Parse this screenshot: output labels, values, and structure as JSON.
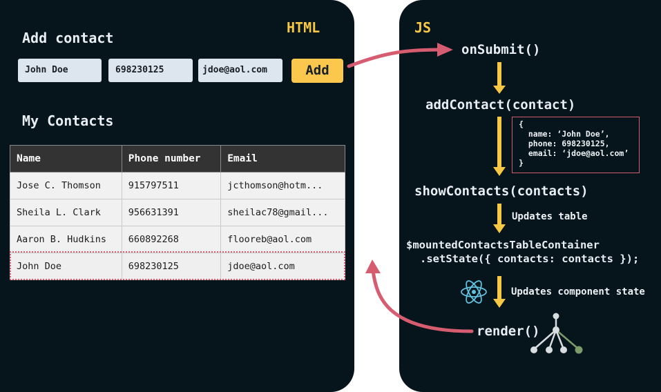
{
  "html_panel": {
    "label": "HTML",
    "form_heading": "Add contact",
    "inputs": {
      "name_value": "John Doe",
      "phone_value": "698230125",
      "email_value": "jdoe@aol.com"
    },
    "add_button_label": "Add",
    "contacts_heading": "My Contacts",
    "table": {
      "headers": [
        "Name",
        "Phone number",
        "Email"
      ],
      "rows": [
        [
          "Jose C. Thomson",
          "915797511",
          "jcthomson@hotm..."
        ],
        [
          "Sheila L. Clark",
          "956631391",
          "sheilac78@gmail..."
        ],
        [
          "Aaron B. Hudkins",
          "660892268",
          "flooreb@aol.com"
        ],
        [
          "John Doe",
          "698230125",
          "jdoe@aol.com"
        ]
      ]
    }
  },
  "js_panel": {
    "label": "JS",
    "steps": {
      "on_submit": "onSubmit()",
      "add_contact": "addContact(contact)",
      "show_contacts": "showContacts(contacts)",
      "updates_table": "Updates table",
      "set_state_line1": "$mountedContactsTableContainer",
      "set_state_line2": ".setState({ contacts: contacts });",
      "updates_state": "Updates component state",
      "render": "render()"
    },
    "contact_object": [
      "{",
      "  name: ‘John Doe’,",
      "  phone: 698230125,",
      "  email: ‘jdoe@aol.com’",
      "}"
    ]
  },
  "colors": {
    "panel_bg": "#06141c",
    "accent_yellow": "#f7c845",
    "arrow_red": "#d65c70",
    "react_blue": "#61c3e0",
    "tree_gray": "#d8dde0",
    "tree_green": "#7c9a6a"
  },
  "icons": [
    "react-logo-icon",
    "component-tree-icon"
  ]
}
